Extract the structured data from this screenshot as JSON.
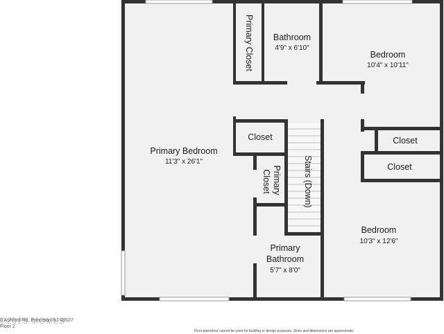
{
  "rooms": {
    "primary_bedroom": {
      "name": "Primary Bedroom",
      "dims": "11'3\" x 26'1\""
    },
    "primary_closet_top": {
      "name": "Primary Closet"
    },
    "bathroom": {
      "name": "Bathroom",
      "dims": "4'9\" x 6'10\""
    },
    "bedroom_top": {
      "name": "Bedroom",
      "dims": "10'4\" x 10'11\""
    },
    "closet_hall": {
      "name": "Closet"
    },
    "closet_right_1": {
      "name": "Closet"
    },
    "closet_right_2": {
      "name": "Closet"
    },
    "primary_closet_lower": {
      "name_line1": "Primary",
      "name_line2": "Closet"
    },
    "stairs": {
      "name": "Stairs (Down)"
    },
    "primary_bathroom": {
      "name_line1": "Primary",
      "name_line2": "Bathroom",
      "dims": "5'7\" x 8'0\""
    },
    "bedroom_bottom": {
      "name": "Bedroom",
      "dims": "10'3\" x 12'6\""
    }
  },
  "footer": {
    "floor_label": "Floor 2",
    "address": "0 Ashford Rd, Princeton NJ 08527",
    "watermark": "©2023 MOMLS",
    "disclaimer": "Floor plans/tour cannot be used for building or design purposes. Sizes and dimensions are approximate."
  },
  "colors": {
    "wall": "#333333",
    "floor": "#f1f1f1"
  }
}
